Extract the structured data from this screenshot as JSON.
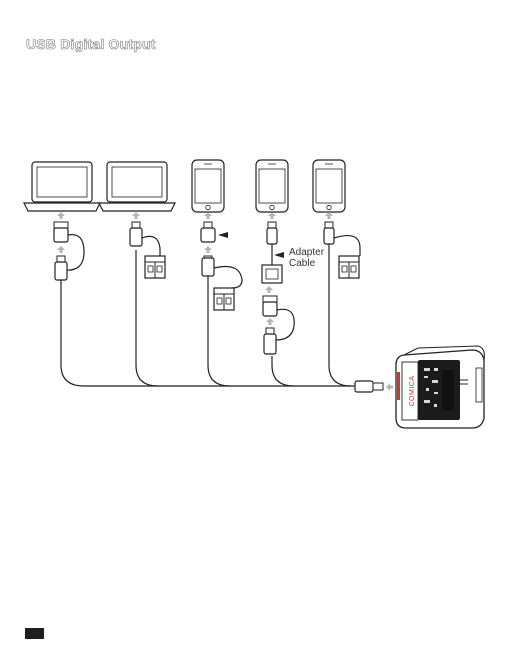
{
  "page": {
    "title": "USB Digital Output"
  },
  "diagram": {
    "adapter_label_line1": "Adapter",
    "adapter_label_line2": "Cable",
    "device_logo": "COMICA",
    "devices": [
      {
        "type": "laptop"
      },
      {
        "type": "laptop"
      },
      {
        "type": "phone"
      },
      {
        "type": "phone"
      },
      {
        "type": "phone"
      }
    ],
    "colors": {
      "line": "#222222",
      "arrow": "#b5b5b5",
      "accent": "#d0342c",
      "footer_box": "#1e1e1e"
    }
  }
}
